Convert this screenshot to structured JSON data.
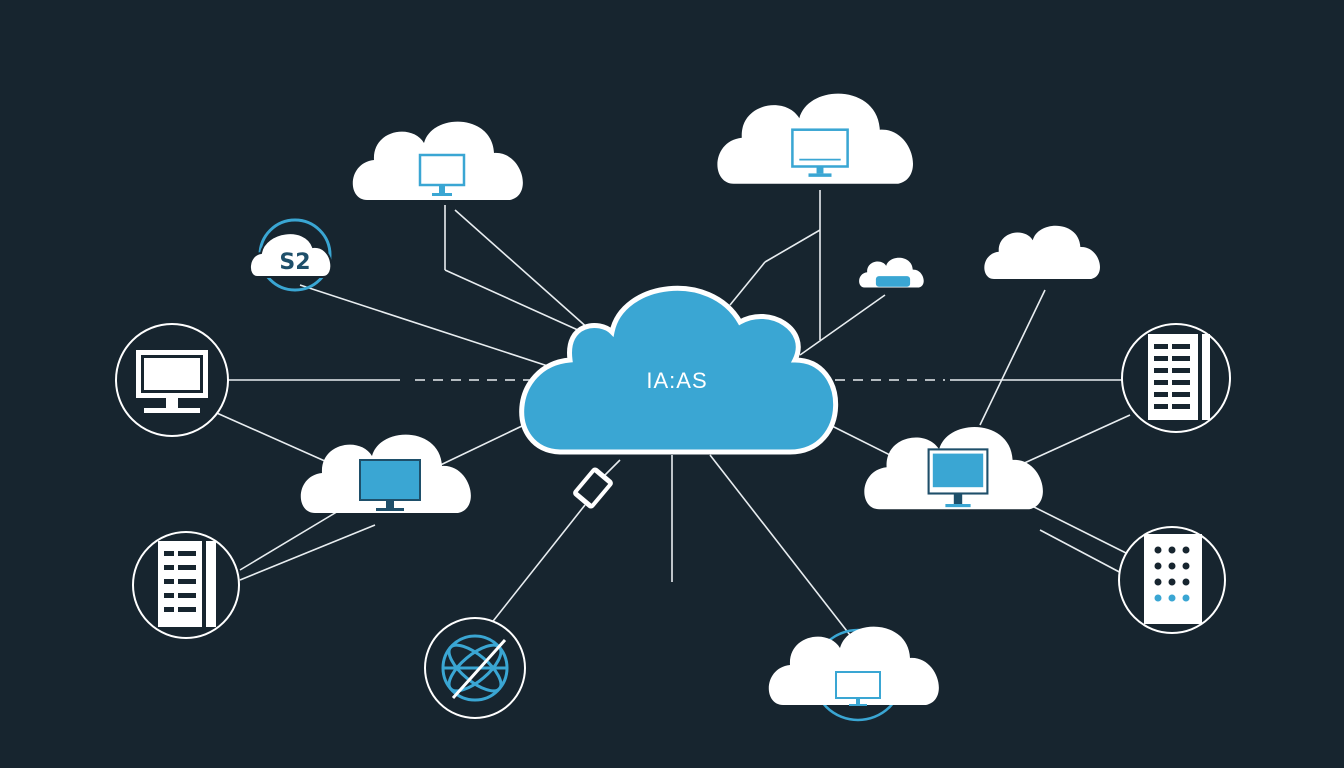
{
  "diagram": {
    "hub_label": "IA:AS",
    "cloud_badge_label": "S2",
    "colors": {
      "background": "#17252f",
      "accent": "#3aa6d3",
      "line": "#e8edf0",
      "node_fill": "#ffffff"
    },
    "nodes": [
      {
        "name": "cloud-monitor-top-left",
        "icon": "monitor-icon"
      },
      {
        "name": "cloud-monitor-top-right",
        "icon": "monitor-icon"
      },
      {
        "name": "cloud-badge-s2",
        "icon": "numeral-badge-icon"
      },
      {
        "name": "small-cloud-right",
        "icon": "cloud-icon"
      },
      {
        "name": "cloud-plain-right",
        "icon": "cloud-icon"
      },
      {
        "name": "circle-monitor-left",
        "icon": "monitor-icon"
      },
      {
        "name": "circle-server-right",
        "icon": "server-rack-icon"
      },
      {
        "name": "cloud-monitor-mid-left",
        "icon": "monitor-icon"
      },
      {
        "name": "cloud-monitor-mid-right",
        "icon": "monitor-icon"
      },
      {
        "name": "circle-server-bottom-left",
        "icon": "server-rack-icon"
      },
      {
        "name": "circle-server-bottom-right",
        "icon": "server-dots-icon"
      },
      {
        "name": "tablet-icon-node",
        "icon": "tablet-icon"
      },
      {
        "name": "circle-globe-bottom",
        "icon": "globe-icon"
      },
      {
        "name": "cloud-monitor-bottom",
        "icon": "monitor-icon"
      }
    ]
  }
}
